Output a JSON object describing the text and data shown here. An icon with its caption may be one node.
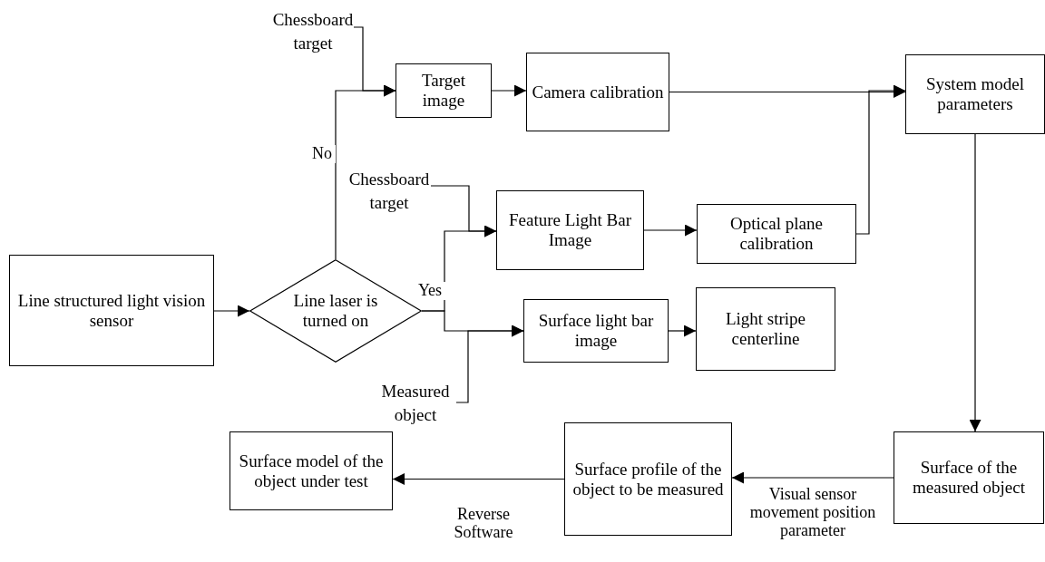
{
  "diagram": {
    "nodes": [
      {
        "text": [
          "Line structured light vision sensor"
        ]
      },
      {
        "text": [
          "Line laser is turned on"
        ]
      },
      {
        "text": [
          "Chessboard target"
        ]
      },
      {
        "text": [
          "Target image"
        ]
      },
      {
        "text": [
          "Camera calibration"
        ]
      },
      {
        "text": [
          "System model parameters"
        ]
      },
      {
        "text": [
          "Chessboard target"
        ]
      },
      {
        "text": [
          "Feature Light Bar Image"
        ]
      },
      {
        "text": [
          "Optical plane calibration"
        ]
      },
      {
        "text": [
          "Surface light bar image"
        ]
      },
      {
        "text": [
          "Light stripe centerline"
        ]
      },
      {
        "text": [
          "Measured object"
        ]
      },
      {
        "text": [
          "Surface of the measured object"
        ]
      },
      {
        "text": [
          "Surface profile of the object to be measured"
        ]
      },
      {
        "text": [
          "Surface model of the object under test"
        ]
      }
    ],
    "edges": [
      {
        "from": 0,
        "to": 1,
        "arrow": "to"
      },
      {
        "from": 1,
        "to": 3,
        "arrow": "to",
        "label": "No"
      },
      {
        "from": 2,
        "to": 3,
        "arrow": "to"
      },
      {
        "from": 3,
        "to": 4,
        "arrow": "to"
      },
      {
        "from": 4,
        "to": 5,
        "arrow": "to"
      },
      {
        "from": 8,
        "to": 5,
        "arrow": "to"
      },
      {
        "from": 5,
        "to": 12,
        "arrow": "to"
      },
      {
        "from": 12,
        "to": 13,
        "arrow": "to",
        "label": "Visual sensor movement position parameter"
      },
      {
        "from": 13,
        "to": 14,
        "arrow": "to",
        "label": "Reverse Software"
      },
      {
        "from": 1,
        "to": 7,
        "arrow": "to",
        "label": "Yes"
      },
      {
        "from": 1,
        "to": 9,
        "arrow": "to"
      },
      {
        "from": 6,
        "to": 7,
        "arrow": "to"
      },
      {
        "from": 11,
        "to": 9,
        "arrow": "to"
      },
      {
        "from": 7,
        "to": 8,
        "arrow": "to"
      },
      {
        "from": 9,
        "to": 10,
        "arrow": "to"
      }
    ]
  }
}
